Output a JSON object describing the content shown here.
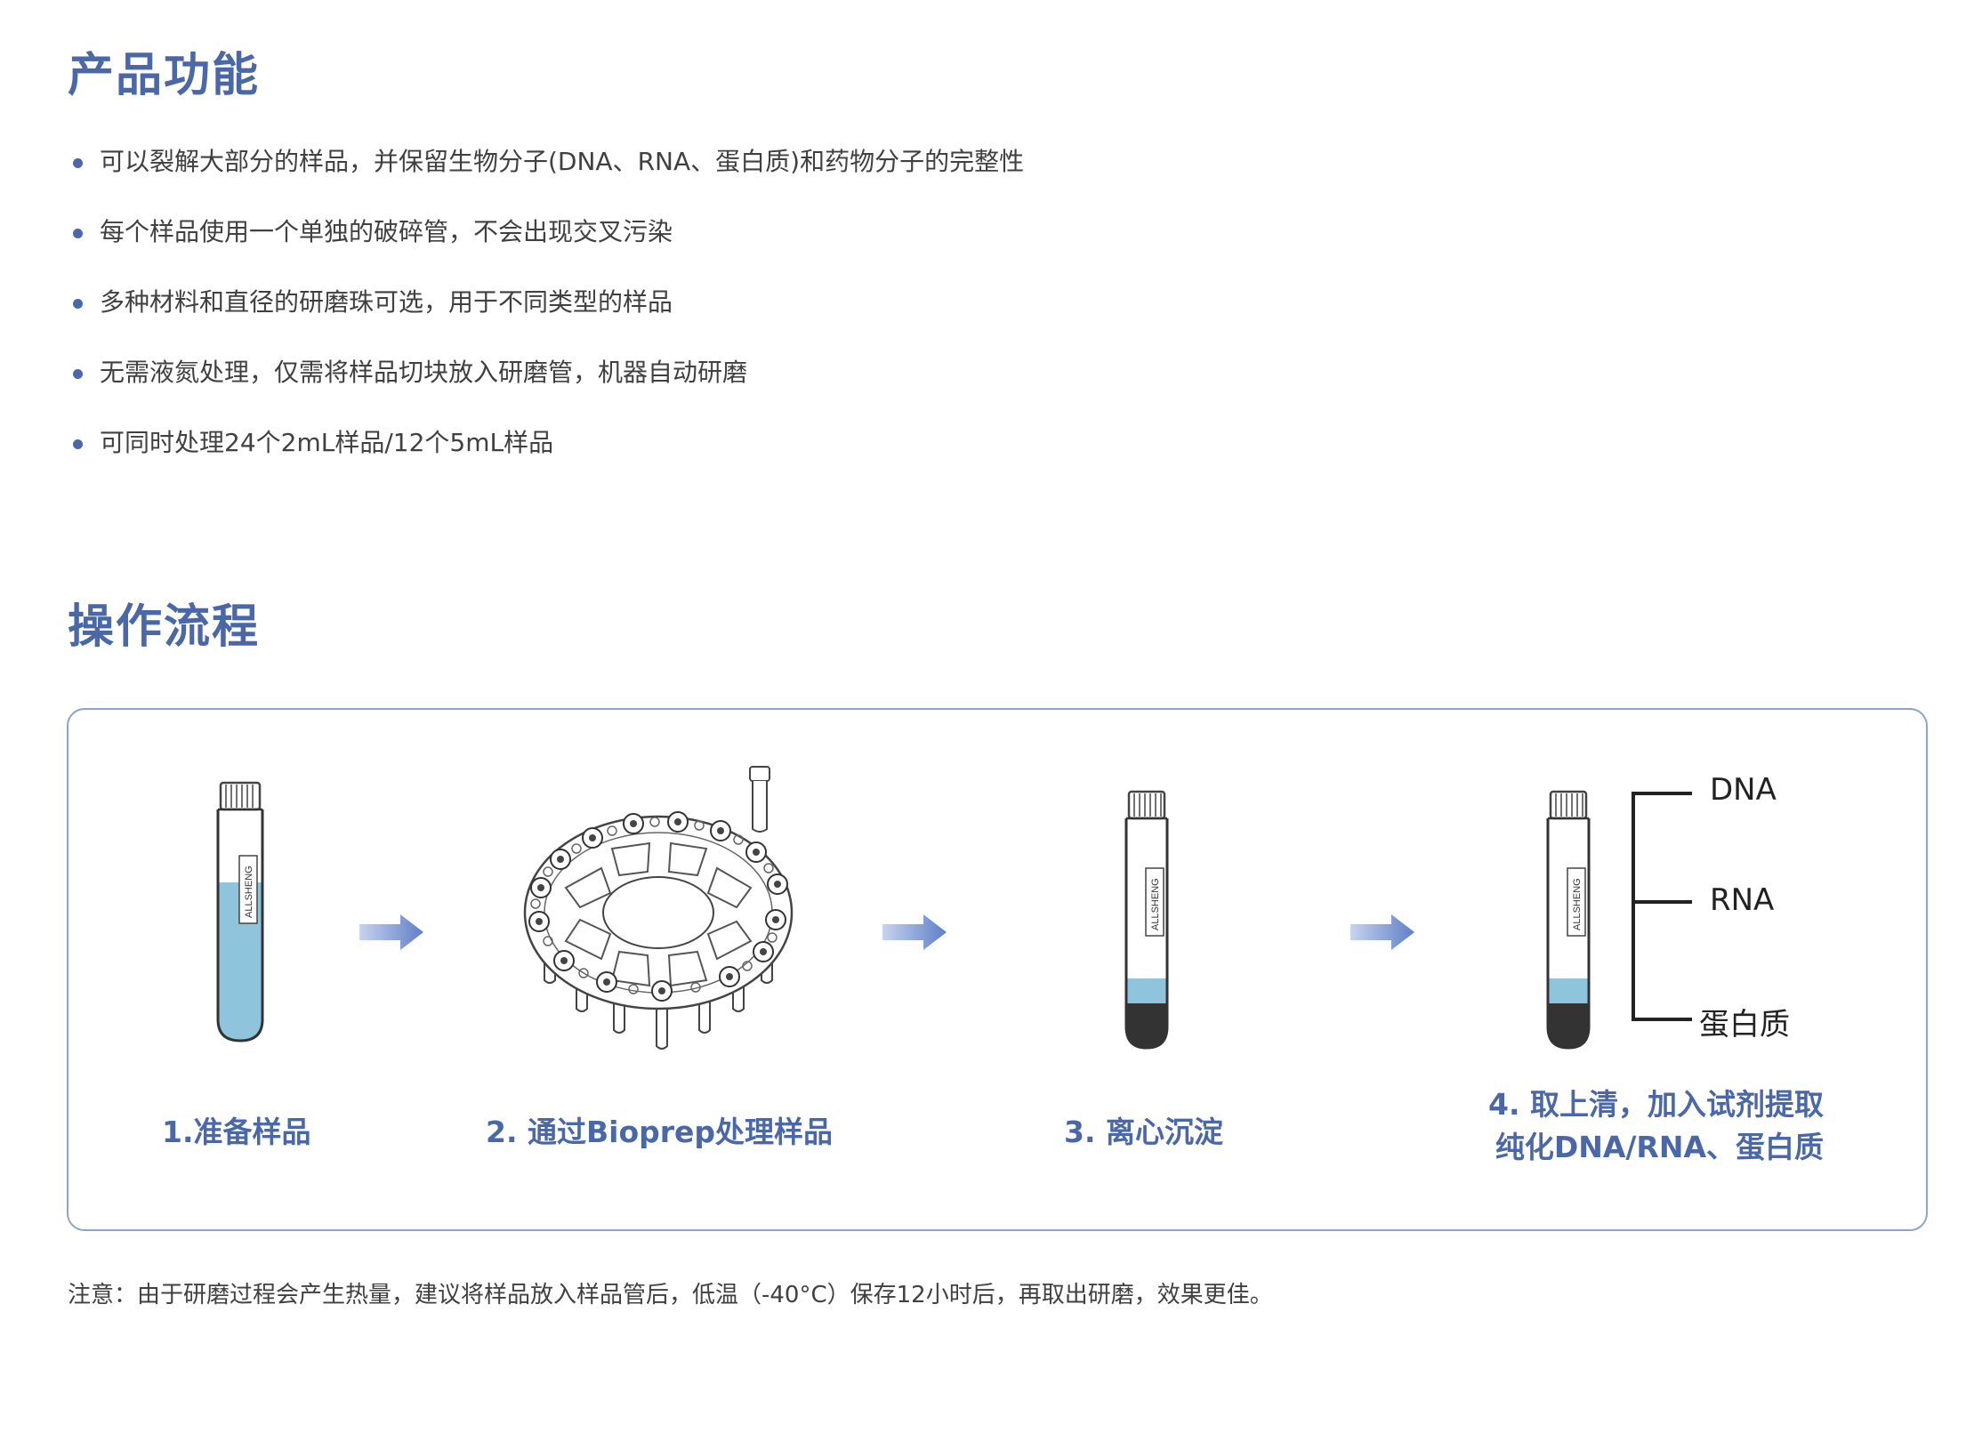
{
  "features": {
    "title": "产品功能",
    "items": [
      "可以裂解大部分的样品，并保留生物分子(DNA、RNA、蛋白质)和药物分子的完整性",
      "每个样品使用一个单独的破碎管，不会出现交叉污染",
      "多种材料和直径的研磨珠可选，用于不同类型的样品",
      "无需液氮处理，仅需将样品切块放入研磨管，机器自动研磨",
      "可同时处理24个2mL样品/12个5mL样品"
    ]
  },
  "workflow": {
    "title": "操作流程",
    "tube_label": "ALLSHENG",
    "steps": [
      {
        "label": "1.准备样品"
      },
      {
        "label": "2. 通过Bioprep处理样品"
      },
      {
        "label": "3. 离心沉淀"
      },
      {
        "label_line1": "4. 取上清，加入试剂提取",
        "label_line2": "纯化DNA/RNA、蛋白质"
      }
    ],
    "fractions": [
      "DNA",
      "RNA",
      "蛋白质"
    ]
  },
  "note": "注意：由于研磨过程会产生热量，建议将样品放入样品管后，低温（-40°C）保存12小时后，再取出研磨，效果更佳。",
  "colors": {
    "accent": "#4a67a8",
    "liquid": "#8fc4dd",
    "pellet": "#333333",
    "arrow": "#6f8ed0"
  }
}
